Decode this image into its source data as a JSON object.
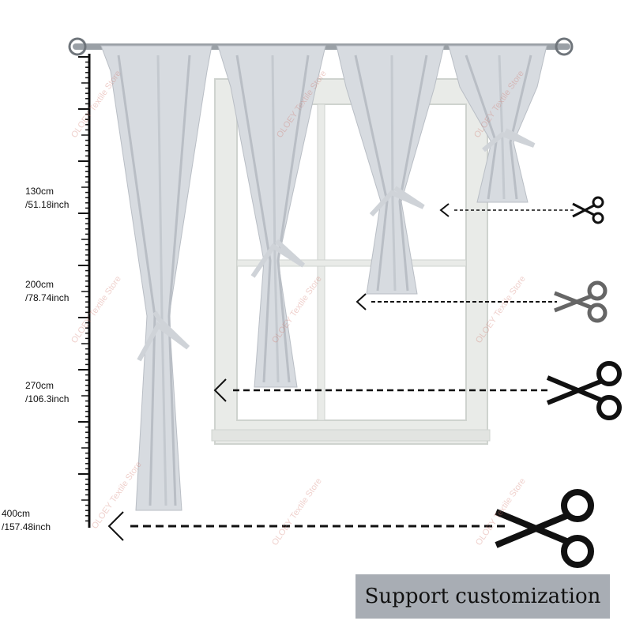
{
  "watermark": "OLOEY Textile Store",
  "sizes": [
    {
      "cm": "130cm",
      "inch": "/51.18inch"
    },
    {
      "cm": "200cm",
      "inch": "/78.74inch"
    },
    {
      "cm": "270cm",
      "inch": "/106.3inch"
    },
    {
      "cm": "400cm",
      "inch": "/157.48inch"
    }
  ],
  "banner": {
    "text": "Support customization"
  },
  "colors": {
    "curtain": "#d7dbe0",
    "curtain_shadow": "#b9bec5",
    "window_frame": "#e9ebe8",
    "banner_bg": "#a8adb4",
    "ruler": "#111111"
  },
  "icons": [
    "scissors-icon",
    "chevron-left-icon"
  ]
}
